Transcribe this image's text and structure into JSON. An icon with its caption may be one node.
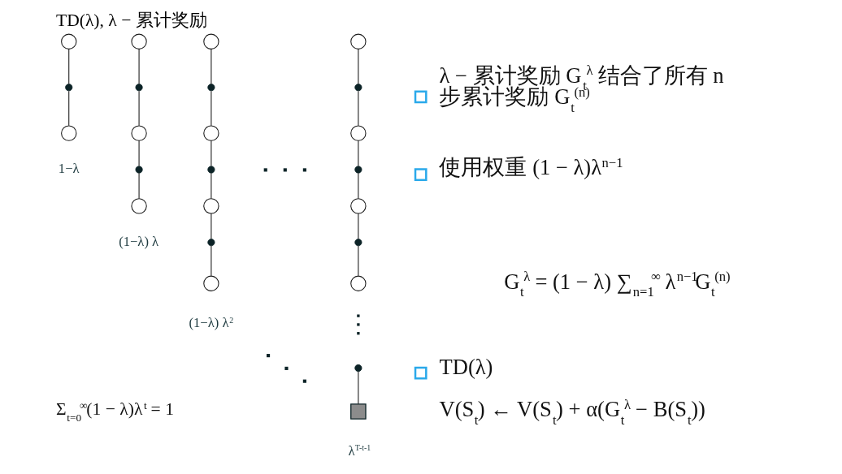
{
  "diagram": {
    "title": "TD(λ), λ − 累计奖励",
    "nodes": [
      {
        "text": [],
        "shape": "circle"
      },
      {
        "text": [],
        "shape": "dot"
      },
      {
        "text": [],
        "shape": "circle",
        "beside": [
          "1−λ"
        ]
      },
      {
        "text": [],
        "shape": "circle"
      },
      {
        "text": [],
        "shape": "dot"
      },
      {
        "text": [],
        "shape": "circle"
      },
      {
        "text": [],
        "shape": "dot"
      },
      {
        "text": [],
        "shape": "circle",
        "beside": [
          "(1−λ) λ"
        ]
      },
      {
        "text": [],
        "shape": "circle"
      },
      {
        "text": [],
        "shape": "dot"
      },
      {
        "text": [],
        "shape": "circle"
      },
      {
        "text": [],
        "shape": "dot"
      },
      {
        "text": [],
        "shape": "circle"
      },
      {
        "text": [],
        "shape": "dot"
      },
      {
        "text": [],
        "shape": "circle",
        "beside": [
          "(1−λ) λ$^{2}$"
        ]
      },
      {
        "text": [],
        "shape": "circle"
      },
      {
        "text": [],
        "shape": "dot"
      },
      {
        "text": [],
        "shape": "circle"
      },
      {
        "text": [],
        "shape": "dot"
      },
      {
        "text": [],
        "shape": "circle"
      },
      {
        "text": [],
        "shape": "dot"
      },
      {
        "text": [],
        "shape": "circle"
      },
      {
        "text": [],
        "shape": "dot"
      },
      {
        "text": [],
        "shape": "box",
        "beside": [
          "λ$^{T-t-1}$"
        ]
      }
    ],
    "edges": [
      {
        "from": 0,
        "to": 1,
        "arrow": "none"
      },
      {
        "from": 1,
        "to": 2,
        "arrow": "none"
      },
      {
        "from": 3,
        "to": 4,
        "arrow": "none"
      },
      {
        "from": 4,
        "to": 5,
        "arrow": "none"
      },
      {
        "from": 5,
        "to": 6,
        "arrow": "none"
      },
      {
        "from": 6,
        "to": 7,
        "arrow": "none"
      },
      {
        "from": 8,
        "to": 9,
        "arrow": "none"
      },
      {
        "from": 9,
        "to": 10,
        "arrow": "none"
      },
      {
        "from": 10,
        "to": 11,
        "arrow": "none"
      },
      {
        "from": 11,
        "to": 12,
        "arrow": "none"
      },
      {
        "from": 12,
        "to": 13,
        "arrow": "none"
      },
      {
        "from": 13,
        "to": 14,
        "arrow": "none"
      },
      {
        "from": 15,
        "to": 16,
        "arrow": "none"
      },
      {
        "from": 16,
        "to": 17,
        "arrow": "none"
      },
      {
        "from": 17,
        "to": 18,
        "arrow": "none"
      },
      {
        "from": 18,
        "to": 19,
        "arrow": "none"
      },
      {
        "from": 19,
        "to": 20,
        "arrow": "none"
      },
      {
        "from": 20,
        "to": 21,
        "arrow": "none"
      },
      {
        "from": 22,
        "to": 23,
        "arrow": "none"
      }
    ],
    "labels": [
      "λ − 累计奖励 G$_{t}$$^{λ}$ 结合了所有 n 步累计奖励 G$_{t}$$^{(n)}$",
      "使用权重 (1 − λ)λ$^{n−1}$",
      "G$_{t}$$^{λ}$ = (1 − λ) ∑$_{n=1}$$^{∞}$ λ$^{n−1}$G$_{t}$$^{(n)}$",
      "TD(λ)",
      "Σ$_{t=0}$$^{∞}$(1 − λ)λ$^{t}$ = 1",
      "V(S$_{t}$) ← V(S$_{t}$) + α(G$_{t}$$^{λ}$ − B(S$_{t}$))"
    ]
  }
}
